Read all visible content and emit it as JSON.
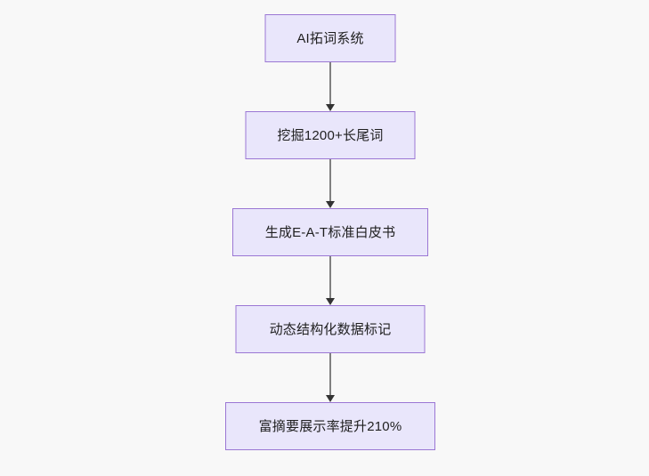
{
  "diagram": {
    "type": "flowchart",
    "direction": "top-to-bottom",
    "background_color": "#f8f8f8",
    "node_fill_color": "#e9e6fb",
    "node_border_color": "#9b77d4",
    "node_text_color": "#1f1f1f",
    "edge_color": "#808080",
    "arrowhead_color": "#333333",
    "nodes": [
      {
        "id": "n0",
        "label": "AI拓词系统"
      },
      {
        "id": "n1",
        "label": "挖掘1200+长尾词"
      },
      {
        "id": "n2",
        "label": "生成E-A-T标准白皮书"
      },
      {
        "id": "n3",
        "label": "动态结构化数据标记"
      },
      {
        "id": "n4",
        "label": "富摘要展示率提升210%"
      }
    ],
    "edges": [
      {
        "id": "e0",
        "from": "n0",
        "to": "n1",
        "label": "",
        "arrow": "down"
      },
      {
        "id": "e1",
        "from": "n1",
        "to": "n2",
        "label": "",
        "arrow": "down"
      },
      {
        "id": "e2",
        "from": "n2",
        "to": "n3",
        "label": "",
        "arrow": "down"
      },
      {
        "id": "e3",
        "from": "n3",
        "to": "n4",
        "label": "",
        "arrow": "down"
      }
    ]
  }
}
